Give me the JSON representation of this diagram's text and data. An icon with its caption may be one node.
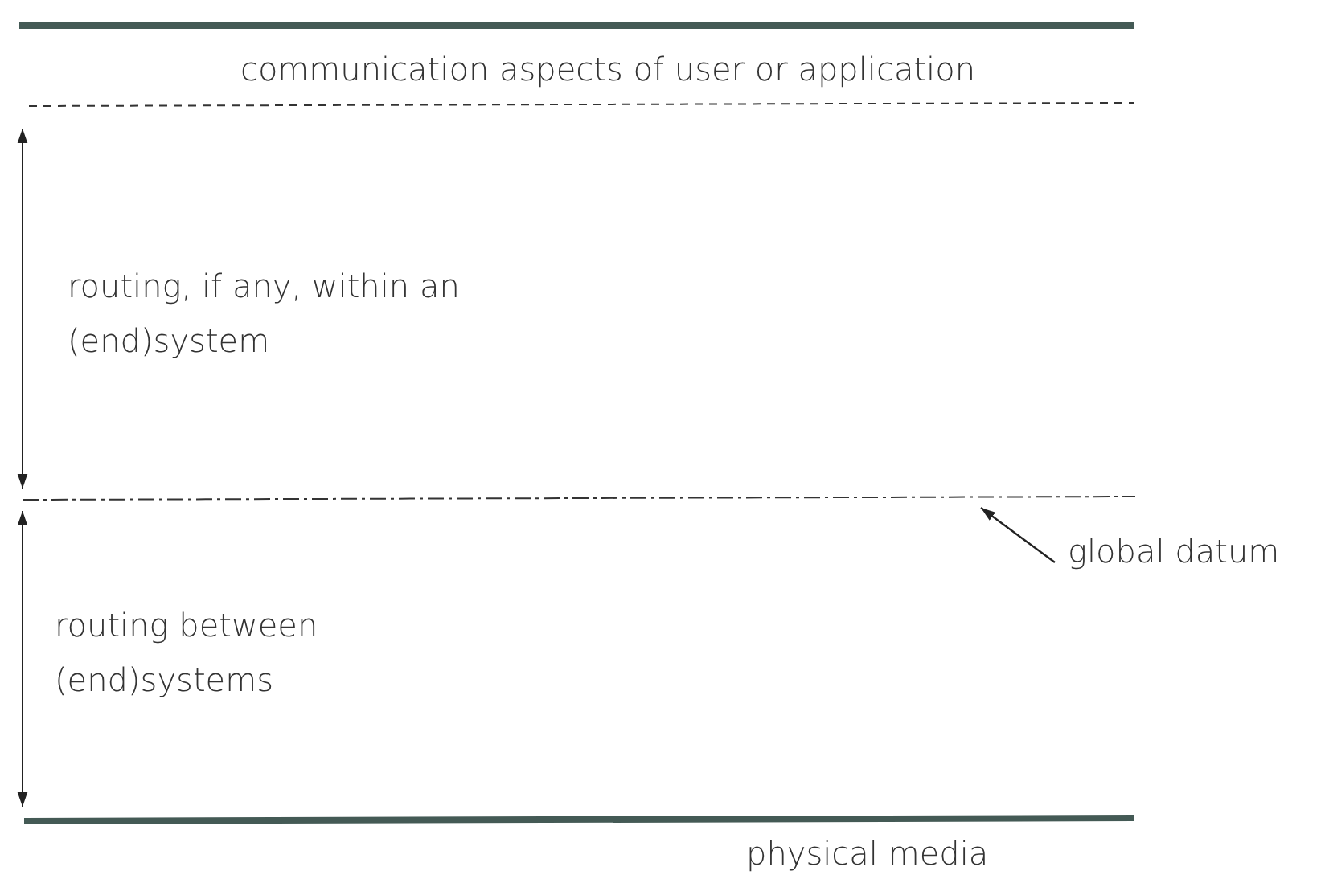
{
  "diagram": {
    "nodes": [
      {
        "text": [],
        "shape": "bar"
      },
      {
        "text": [
          "global datum"
        ]
      }
    ],
    "edges": [
      {
        "from": 1,
        "to": 0,
        "arrow": "to"
      }
    ],
    "labels": [
      "communication aspects of user or application",
      "routing, if any, within an (end)system",
      "routing between (end)systems",
      "physical media"
    ]
  }
}
